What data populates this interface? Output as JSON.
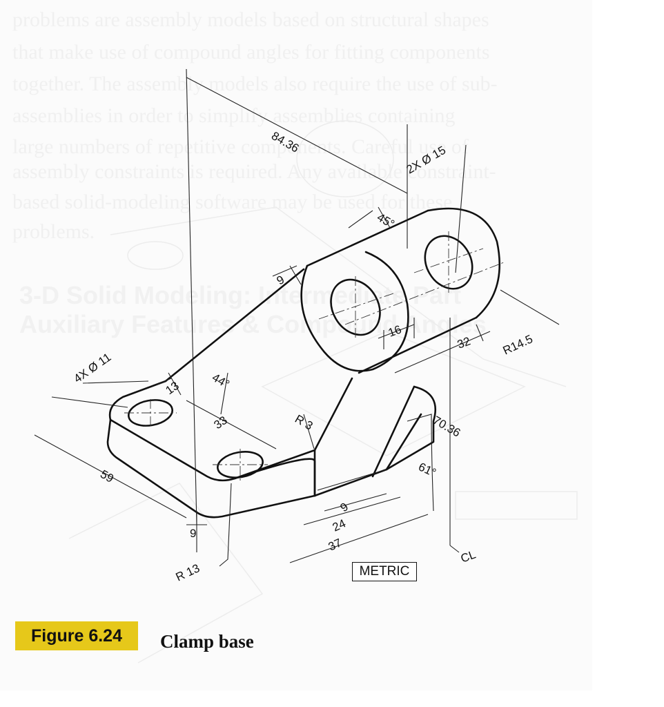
{
  "background_text": {
    "lines": [
      "problems are assembly models based on structural shapes",
      "that make use of compound angles for fitting components",
      "together. The assembly models also require the use of sub-",
      "assemblies in order to simplify assemblies containing",
      "large numbers of repetitive components. Careful use of",
      "assembly constraints is required. Any available constraint-",
      "based solid-modeling software may be used for these",
      "problems."
    ],
    "heading_lines": [
      "3-D Solid Modeling: Intermediate Part",
      "Auxiliary Features & Compound Angles"
    ]
  },
  "drawing": {
    "dimensions": {
      "d84_36": "84.36",
      "hole_callout_top": "2X Ø 15",
      "angle_45": "45°",
      "d9_top": "9",
      "d16": "16",
      "d32": "32",
      "r14_5": "R14.5",
      "hole_callout_base": "4X Ø 11",
      "d13_top": "13",
      "angle_44": "44°",
      "d33": "33",
      "r3": "R 3",
      "d70_36": "70.36",
      "angle_61": "61°",
      "d59": "59",
      "d9_left": "9",
      "r13": "R 13",
      "d9_bottom": "9",
      "d24": "24",
      "d37": "37",
      "cl_mark": "CL"
    },
    "units_label": "METRIC"
  },
  "figure": {
    "tag": "Figure 6.24",
    "caption": "Clamp base"
  }
}
